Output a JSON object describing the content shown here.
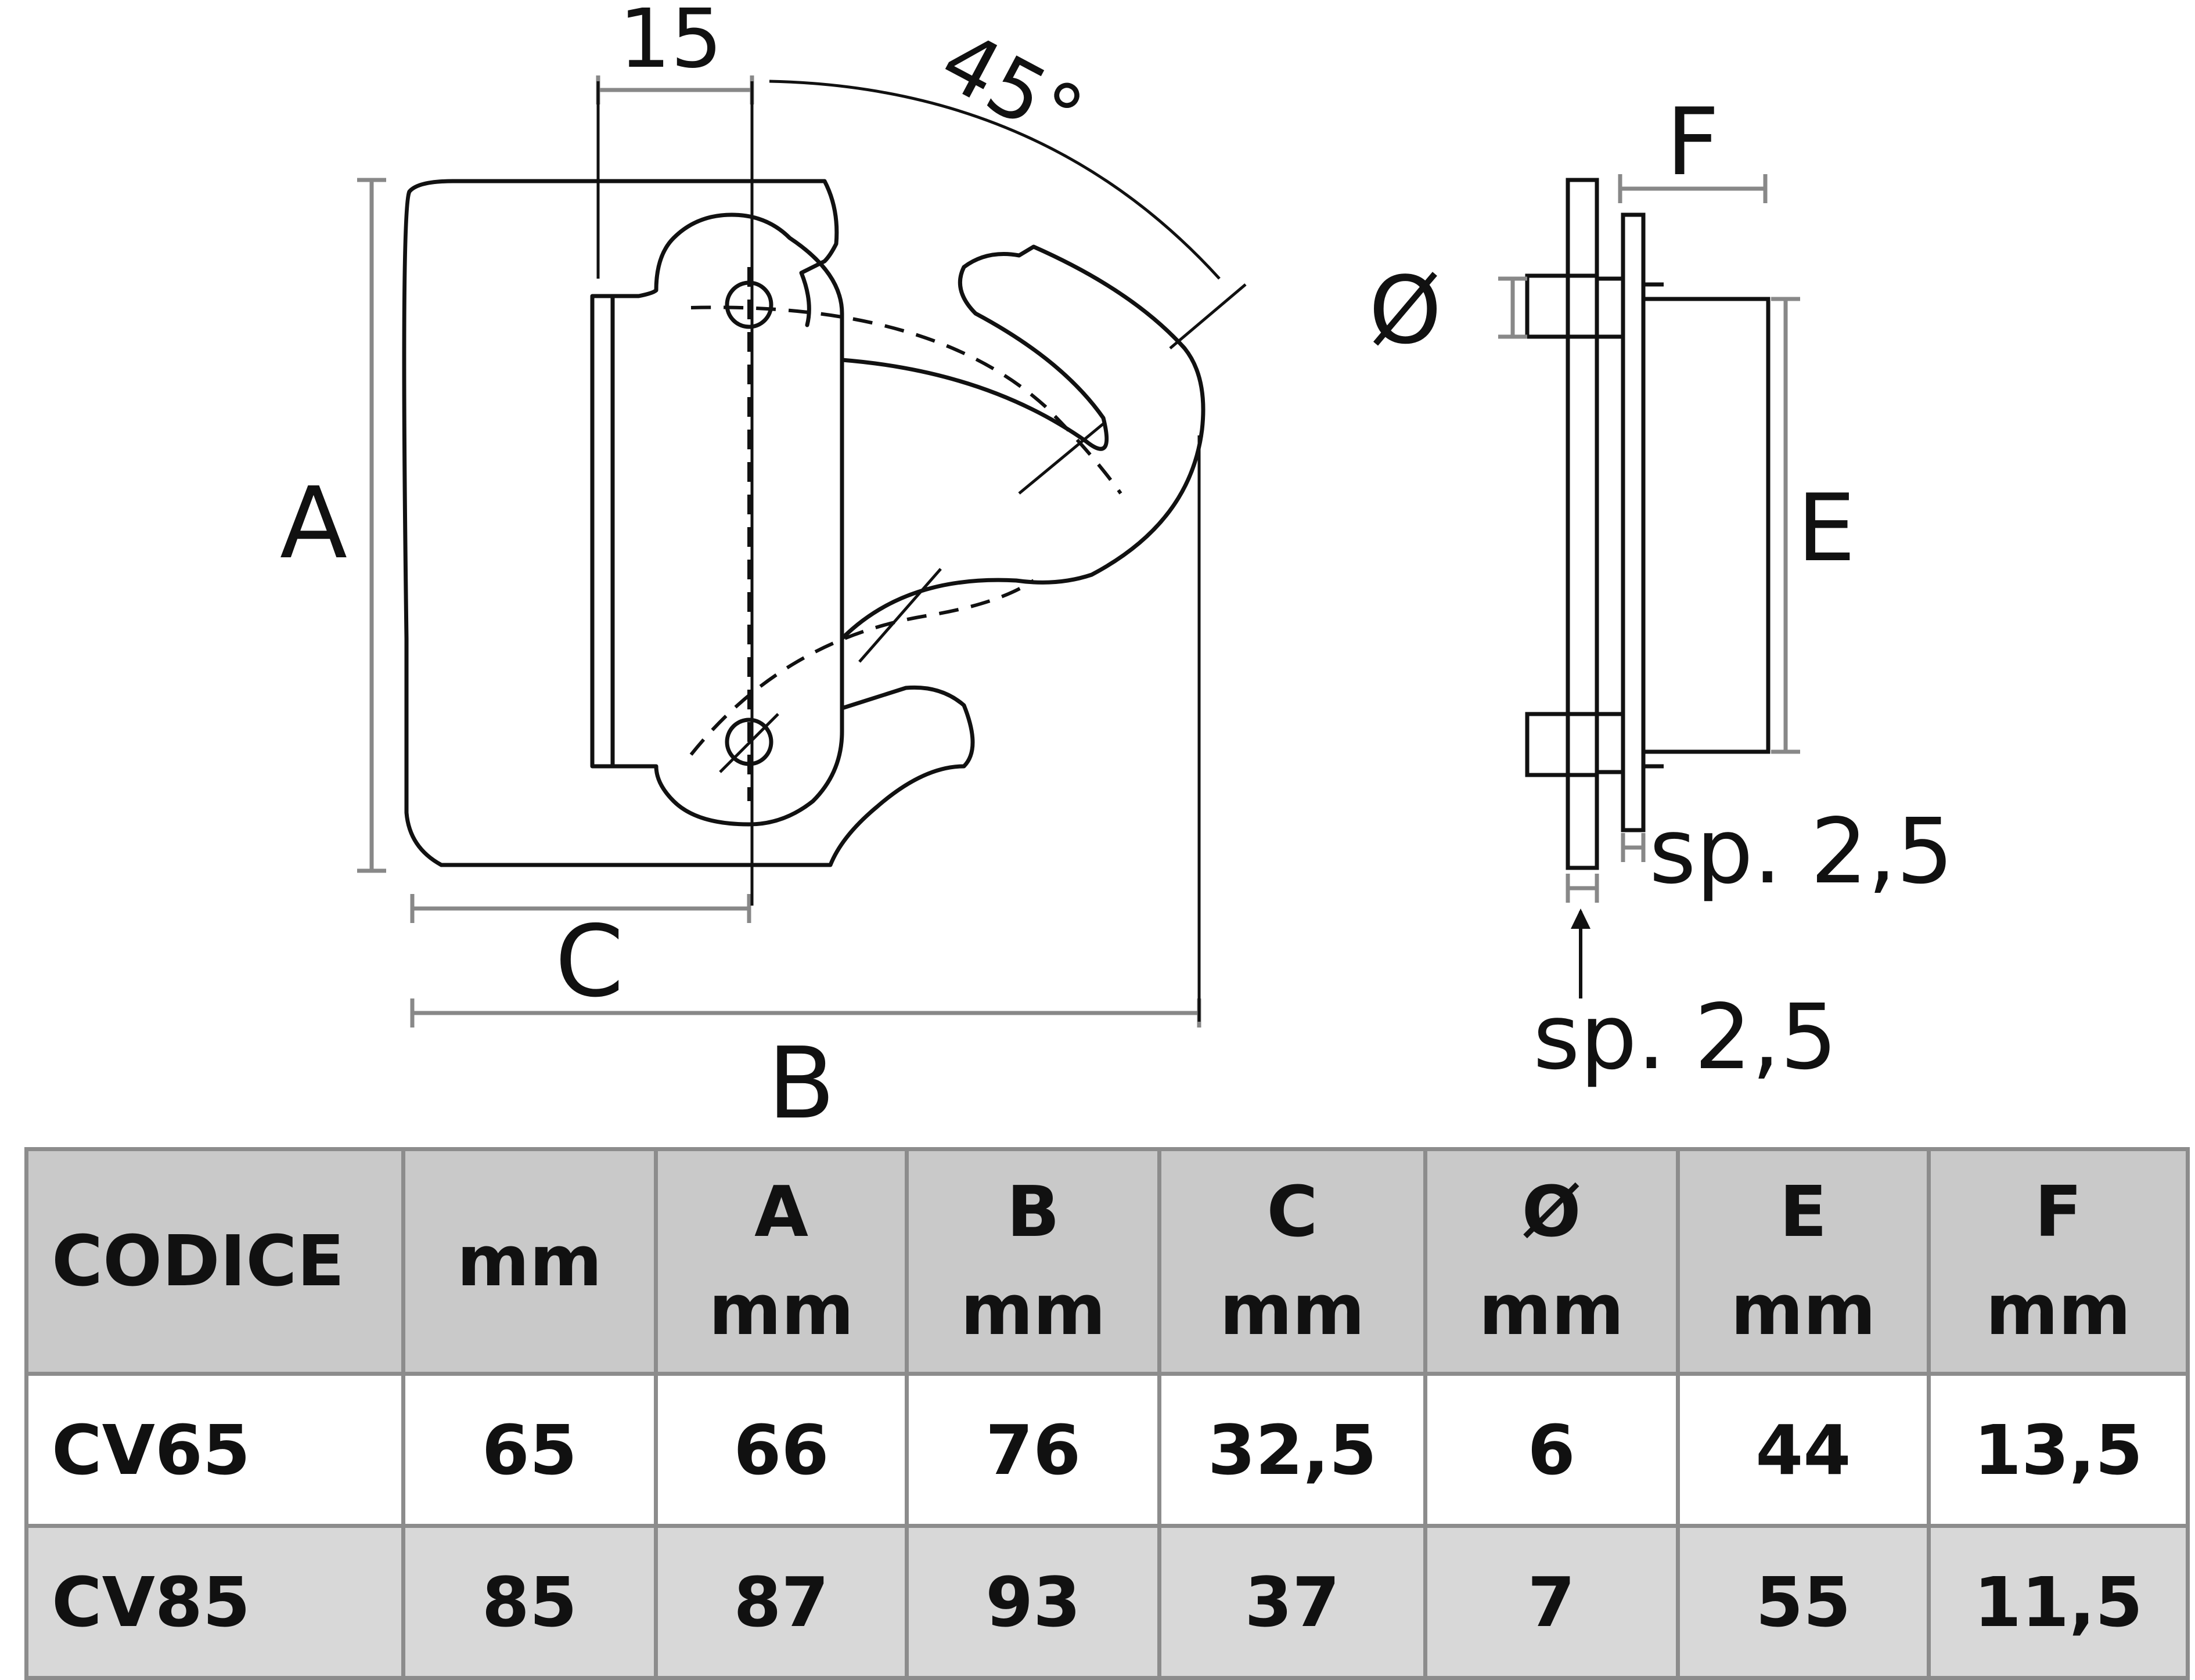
{
  "drawing": {
    "dim_15": "15",
    "dim_45": "45°",
    "label_A": "A",
    "label_B": "B",
    "label_C": "C",
    "label_F": "F",
    "label_diameter": "Ø",
    "label_E": "E",
    "label_thickness_outer": "sp. 2,5",
    "label_thickness_inner": "sp. 2,5"
  },
  "table": {
    "headers": [
      {
        "top": "",
        "bottom": "CODICE"
      },
      {
        "top": "",
        "bottom": "mm"
      },
      {
        "top": "A",
        "bottom": "mm"
      },
      {
        "top": "B",
        "bottom": "mm"
      },
      {
        "top": "C",
        "bottom": "mm"
      },
      {
        "top": "Ø",
        "bottom": "mm"
      },
      {
        "top": "E",
        "bottom": "mm"
      },
      {
        "top": "F",
        "bottom": "mm"
      }
    ],
    "rows": [
      [
        "CV65",
        "65",
        "66",
        "76",
        "32,5",
        "6",
        "44",
        "13,5"
      ],
      [
        "CV85",
        "85",
        "87",
        "93",
        "37",
        "7",
        "55",
        "11,5"
      ]
    ]
  },
  "colors": {
    "header_bg": "#c9c9c9",
    "row_alt_bg": "#d8d8d8",
    "grid_line": "#8c8c8c",
    "ink": "#111111"
  }
}
